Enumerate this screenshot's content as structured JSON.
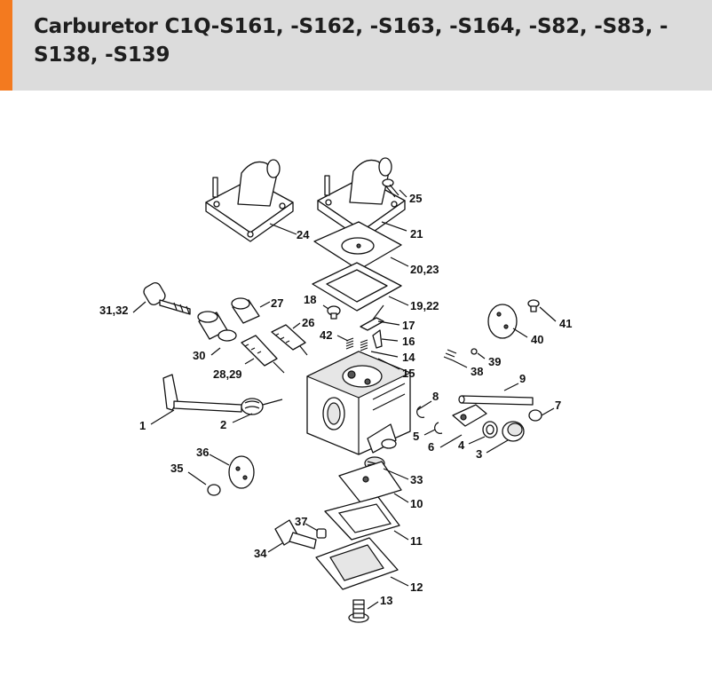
{
  "header": {
    "title": "Carburetor C1Q-S161, -S162, -S163, -S164, -S82, -S83, -S138, -S139",
    "accent_color": "#f37a1f",
    "background_color": "#dcdcdc"
  },
  "diagram": {
    "labels": {
      "p1": "1",
      "p2": "2",
      "p3": "3",
      "p4": "4",
      "p5": "5",
      "p6": "6",
      "p7": "7",
      "p8": "8",
      "p9": "9",
      "p10": "10",
      "p11": "11",
      "p12": "12",
      "p13": "13",
      "p14": "14",
      "p15": "15",
      "p16": "16",
      "p17": "17",
      "p18": "18",
      "p19_22": "19,22",
      "p20_23": "20,23",
      "p21": "21",
      "p24": "24",
      "p25": "25",
      "p26": "26",
      "p27": "27",
      "p28_29": "28,29",
      "p30": "30",
      "p31_32": "31,32",
      "p33": "33",
      "p34": "34",
      "p35": "35",
      "p36": "36",
      "p37": "37",
      "p38": "38",
      "p39": "39",
      "p40": "40",
      "p41": "41",
      "p42": "42"
    }
  }
}
